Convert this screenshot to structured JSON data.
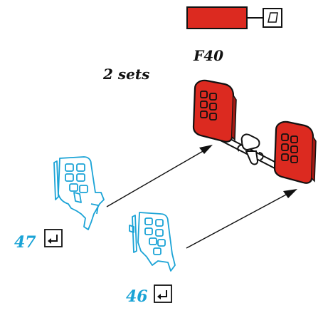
{
  "labels": {
    "model": "F40",
    "quantity": "2 sets",
    "part_a": "47",
    "part_b": "46"
  },
  "icons": {
    "paint_swatch": "red-paint-swatch",
    "paint_action": "paint-bucket-icon",
    "glue_part_a": "glue-step-icon",
    "glue_part_b": "glue-step-icon"
  },
  "colors": {
    "paint_red": "#dc2a20",
    "part_blue": "#1aa3d6",
    "outline": "#111111"
  }
}
